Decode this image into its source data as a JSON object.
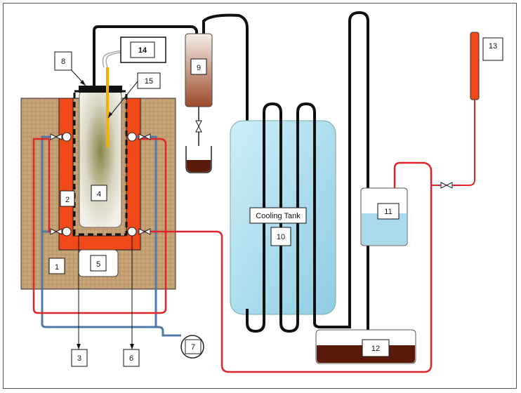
{
  "labels": {
    "n1": "1",
    "n2": "2",
    "n3": "3",
    "n4": "4",
    "n5": "5",
    "n6": "6",
    "n7": "7",
    "n8": "8",
    "n9": "9",
    "n10": "10",
    "n11": "11",
    "n12": "12",
    "n13": "13",
    "n14": "14",
    "n15": "15",
    "cooling_tank": "Cooling Tank"
  },
  "colors": {
    "insulation": "#c9a57a",
    "heater": "#f04a1a",
    "reactor": "#e8e6dc",
    "hot_line": "#e0242a",
    "water_line": "#4f78a6",
    "vapor_line": "#111111",
    "cooling_water": "#a9d9ea",
    "liquid": "#5a1a0a"
  }
}
